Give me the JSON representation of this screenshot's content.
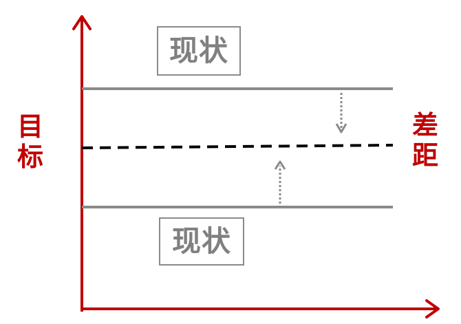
{
  "labels": {
    "target": [
      "目",
      "标"
    ],
    "gap": [
      "差",
      "距"
    ],
    "status_top": "现状",
    "status_bottom": "现状"
  },
  "colors": {
    "axis": "#c00000",
    "line": "#8a8a8a",
    "dashed": "#000000",
    "text_gray": "#808080",
    "text_red": "#c00000"
  }
}
